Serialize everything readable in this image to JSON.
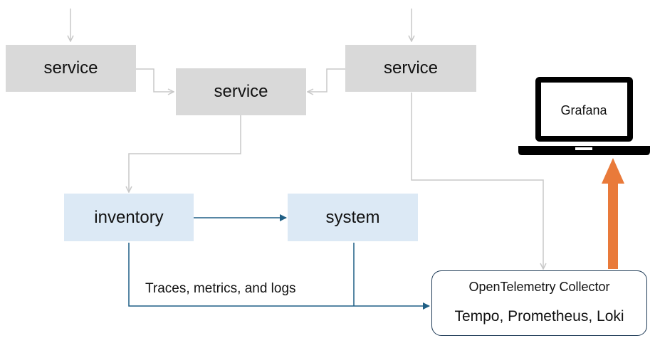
{
  "nodes": {
    "service_left": "service",
    "service_center": "service",
    "service_right": "service",
    "inventory": "inventory",
    "system": "system"
  },
  "collector": {
    "title": "OpenTelemetry Collector",
    "backends": "Tempo, Prometheus, Loki"
  },
  "edge_label": "Traces, metrics, and logs",
  "laptop_label": "Grafana",
  "colors": {
    "service_box": "#d9d9d9",
    "app_box": "#dce9f5",
    "gray_line": "#c8c8c8",
    "blue_line": "#1f5f85",
    "orange_arrow": "#e97a3a"
  },
  "icons": [
    "laptop-icon"
  ]
}
